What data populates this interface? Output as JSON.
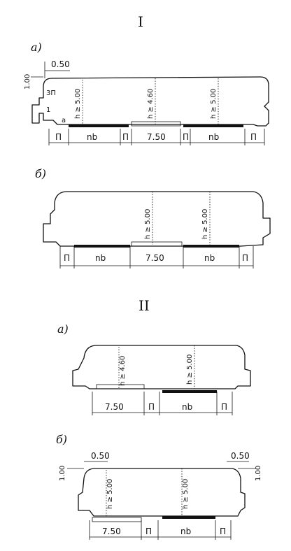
{
  "sections": [
    {
      "numeral": "I",
      "variants": [
        {
          "letter": "а)",
          "top_dims": [
            "0.50"
          ],
          "side_dims": [
            "1.00"
          ],
          "misc_labels": [
            "3П",
            "1",
            "а"
          ],
          "heights": [
            "h ≥ 5.00",
            "h ≥ 4.60",
            "h ≥ 5.00"
          ],
          "spans": [
            "П",
            "nb",
            "П",
            "7.50",
            "П",
            "nb",
            "П"
          ]
        },
        {
          "letter": "б)",
          "heights": [
            "h ≥ 5.00",
            "h ≥ 5.00"
          ],
          "spans": [
            "П",
            "nb",
            "7.50",
            "nb",
            "П"
          ]
        }
      ]
    },
    {
      "numeral": "II",
      "variants": [
        {
          "letter": "а)",
          "heights": [
            "h ≥ 4.60",
            "h ≥ 5.00"
          ],
          "spans": [
            "7.50",
            "П",
            "nb",
            "П"
          ]
        },
        {
          "letter": "б)",
          "top_dims": [
            "0.50",
            "0.50"
          ],
          "side_dims": [
            "1.00",
            "1.00"
          ],
          "heights": [
            "h ≥ 5.00",
            "h ≥ 5.00"
          ],
          "spans": [
            "7.50",
            "П",
            "nb",
            "П"
          ]
        }
      ]
    }
  ]
}
